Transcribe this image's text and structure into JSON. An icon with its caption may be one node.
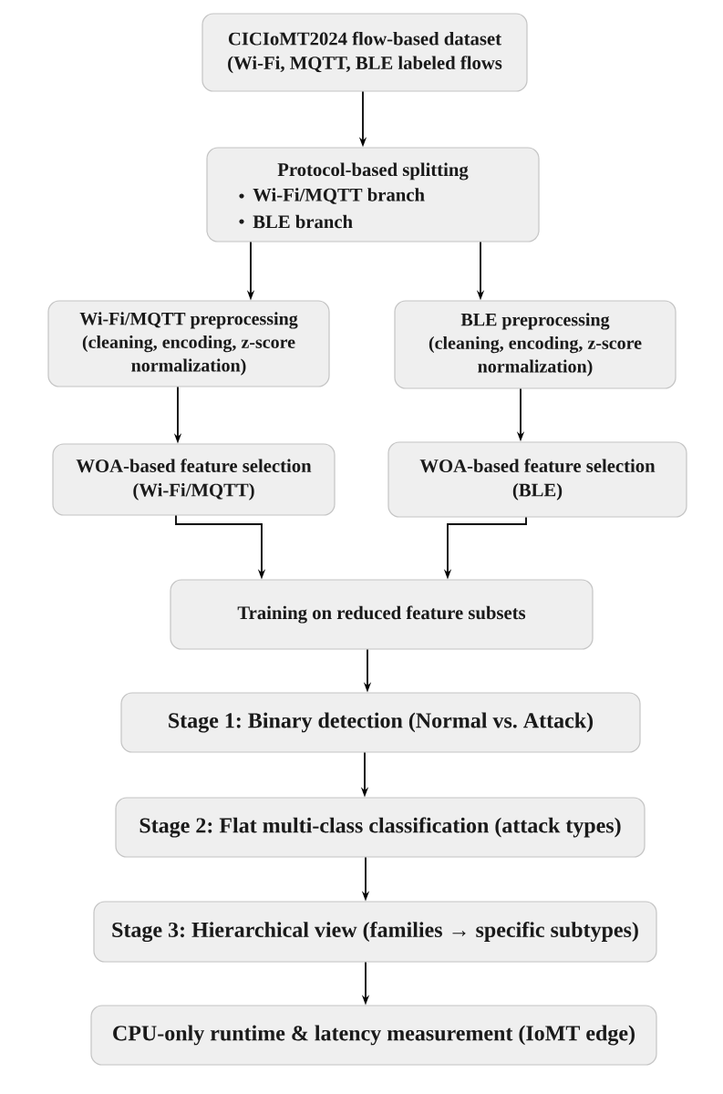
{
  "diagram": {
    "nodes": [
      {
        "text": [
          "CICIoMT2024 flow-based dataset (Wi-Fi, MQTT, BLE labeled flows"
        ]
      },
      {
        "text": [
          "Protocol-based splitting",
          "Wi-Fi/MQTT branch",
          "BLE branch"
        ]
      },
      {
        "text": [
          "Wi-Fi/MQTT preprocessing",
          "(cleaning, encoding, z-score normalization)"
        ]
      },
      {
        "text": [
          "BLE preprocessing",
          "(cleaning, encoding, z-score normalization)"
        ]
      },
      {
        "text": [
          "WOA-based feature selection",
          "(Wi-Fi/MQTT)"
        ]
      },
      {
        "text": [
          "WOA-based feature selection",
          "(BLE)"
        ]
      },
      {
        "text": [
          "Training on reduced feature subsets"
        ]
      },
      {
        "text": [
          "Stage 1: Binary detection (Normal vs. Attack)"
        ]
      },
      {
        "text": [
          "Stage 2: Flat multi-class classification (attack types)"
        ]
      },
      {
        "text": [
          "Stage 3: Hierarchical view (families → specific subtypes)"
        ]
      },
      {
        "text": [
          "CPU-only runtime & latency measurement (IoMT edge)"
        ]
      }
    ],
    "edges": [
      {
        "from": 0,
        "to": 1,
        "arrow": "to"
      },
      {
        "from": 1,
        "to": 2,
        "arrow": "to"
      },
      {
        "from": 1,
        "to": 3,
        "arrow": "to"
      },
      {
        "from": 2,
        "to": 4,
        "arrow": "to"
      },
      {
        "from": 3,
        "to": 5,
        "arrow": "to"
      },
      {
        "from": 4,
        "to": 6,
        "arrow": "to"
      },
      {
        "from": 5,
        "to": 6,
        "arrow": "to"
      },
      {
        "from": 6,
        "to": 7,
        "arrow": "to"
      },
      {
        "from": 7,
        "to": 8,
        "arrow": "to"
      },
      {
        "from": 8,
        "to": 9,
        "arrow": "to"
      },
      {
        "from": 9,
        "to": 10,
        "arrow": "to"
      }
    ]
  }
}
